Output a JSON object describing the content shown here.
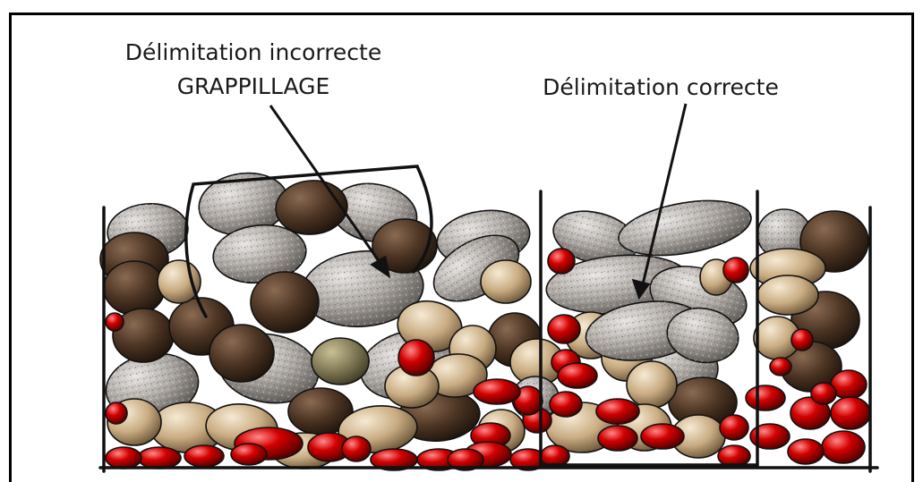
{
  "labels": {
    "incorrect_line1": "Délimitation incorrecte",
    "incorrect_line2": "GRAPPILLAGE",
    "correct": "Délimitation correcte"
  },
  "colors": {
    "granite": "#a9a49f",
    "dark_pebble": "#4a3322",
    "tan_pebble": "#c9ac82",
    "red_bead": "#c00000",
    "olive_pebble": "#7a7350",
    "outline": "#111111"
  }
}
